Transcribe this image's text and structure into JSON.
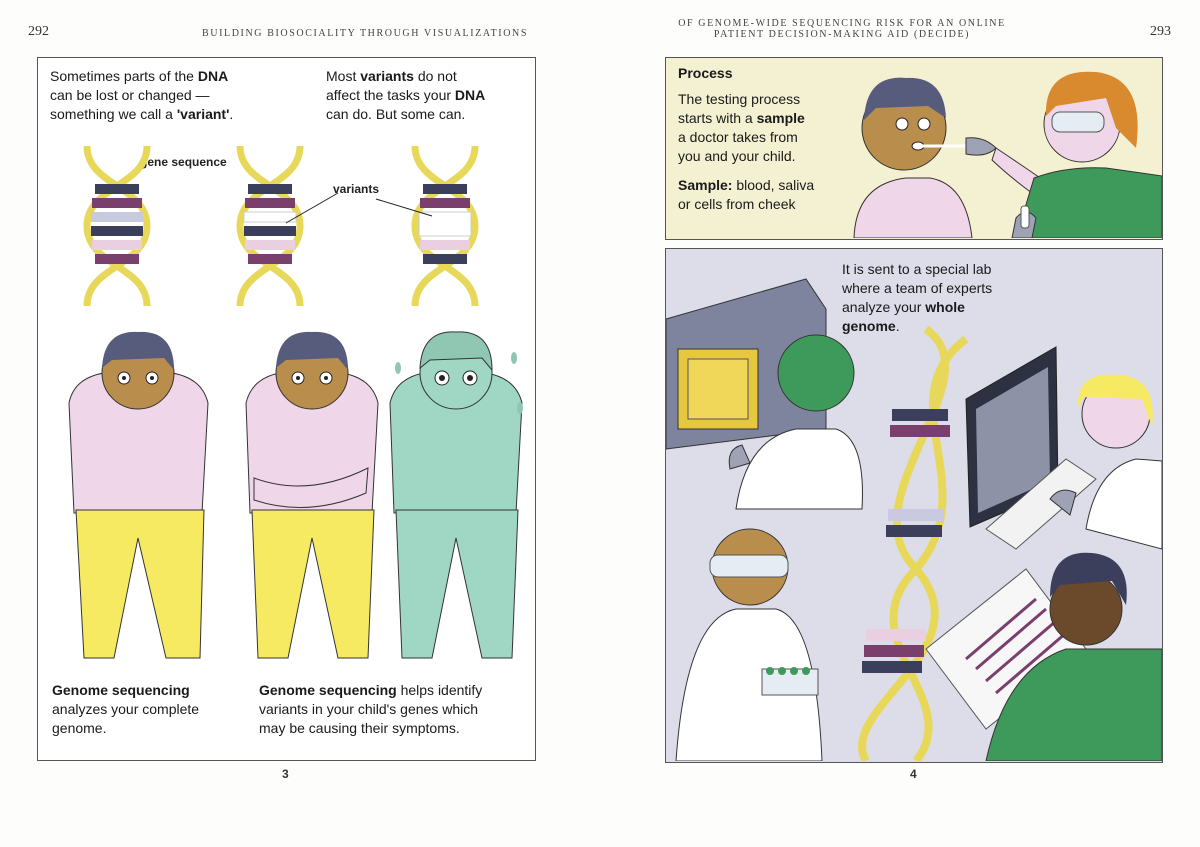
{
  "left_page": {
    "page_number": "292",
    "running_head": "BUILDING BIOSOCIALITY THROUGH VISUALIZATIONS",
    "panel_number": "3",
    "text_dna_1": "Sometimes parts of the ",
    "text_dna_bold": "DNA",
    "text_dna_2": "can be lost or changed —",
    "text_dna_3": "something we call a ",
    "text_dna_variant": "'variant'",
    "text_dna_end": ".",
    "text_var_1": "Most ",
    "text_var_bold": "variants",
    "text_var_2": " do not",
    "text_var_3": "affect the tasks your ",
    "text_var_dna": "DNA",
    "text_var_4": "can do. But some can.",
    "label_gene_sequence": "gene sequence",
    "label_variants": "variants",
    "caption_1_bold": "Genome sequencing",
    "caption_1_line2": "analyzes your complete",
    "caption_1_line3": "genome.",
    "caption_2_bold": "Genome sequencing",
    "caption_2_rest": " helps identify",
    "caption_2_line2": "variants in your child's genes which",
    "caption_2_line3": "may be causing their symptoms."
  },
  "right_page": {
    "page_number": "293",
    "running_head_line1": "OF GENOME-WIDE SEQUENCING RISK FOR AN ONLINE",
    "running_head_line2": "PATIENT DECISION-MAKING AID (DECIDE)",
    "panel_number": "4",
    "process_title": "Process",
    "process_1": "The testing process",
    "process_2": "starts with a ",
    "process_2_bold": "sample",
    "process_3": "a doctor takes from",
    "process_4": "you and your child.",
    "sample_bold": "Sample:",
    "sample_rest": " blood, saliva",
    "sample_line2": "or cells from cheek",
    "lab_1": "It is sent to a special lab",
    "lab_2": "where a team of experts",
    "lab_3": "analyze your ",
    "lab_3_bold": "whole",
    "lab_4": "genome",
    "lab_4_end": "."
  },
  "colors": {
    "dna_strand": "#e8d85a",
    "shirt_pink": "#efd6e8",
    "pants_yellow": "#f7ea63",
    "sick_green": "#9fd6c4",
    "skin": "#b98e4c",
    "hair": "#575b7c",
    "process_bg": "#f4f1d2",
    "lab_bg": "#dcdde9",
    "scrubs_green": "#3e9a5a"
  }
}
